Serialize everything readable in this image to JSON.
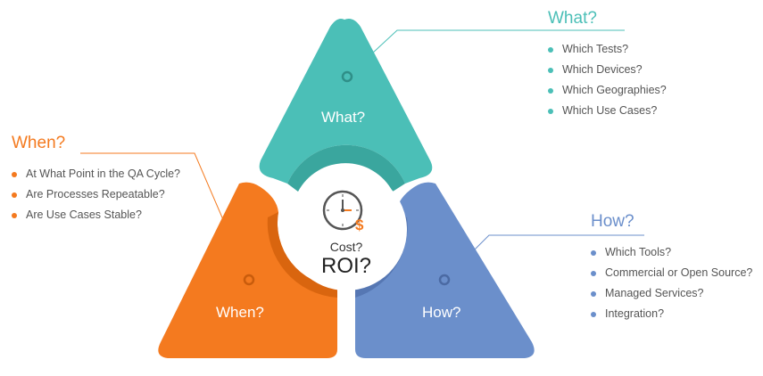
{
  "colors": {
    "what": "#4bbfb7",
    "when": "#f47a1f",
    "how": "#6b8fcb",
    "center_ring": "#ffffff"
  },
  "segments": {
    "what": "What?",
    "when": "When?",
    "how": "How?"
  },
  "center": {
    "icon": "clock-dollar-icon",
    "cost": "Cost?",
    "roi": "ROI?"
  },
  "panels": {
    "what": {
      "title": "What?",
      "items": [
        "Which Tests?",
        "Which Devices?",
        "Which Geographies?",
        "Which Use Cases?"
      ]
    },
    "when": {
      "title": "When?",
      "items": [
        "At What Point in the QA Cycle?",
        "Are Processes Repeatable?",
        "Are Use Cases Stable?"
      ]
    },
    "how": {
      "title": "How?",
      "items": [
        "Which Tools?",
        "Commercial or Open Source?",
        "Managed Services?",
        "Integration?"
      ]
    }
  }
}
